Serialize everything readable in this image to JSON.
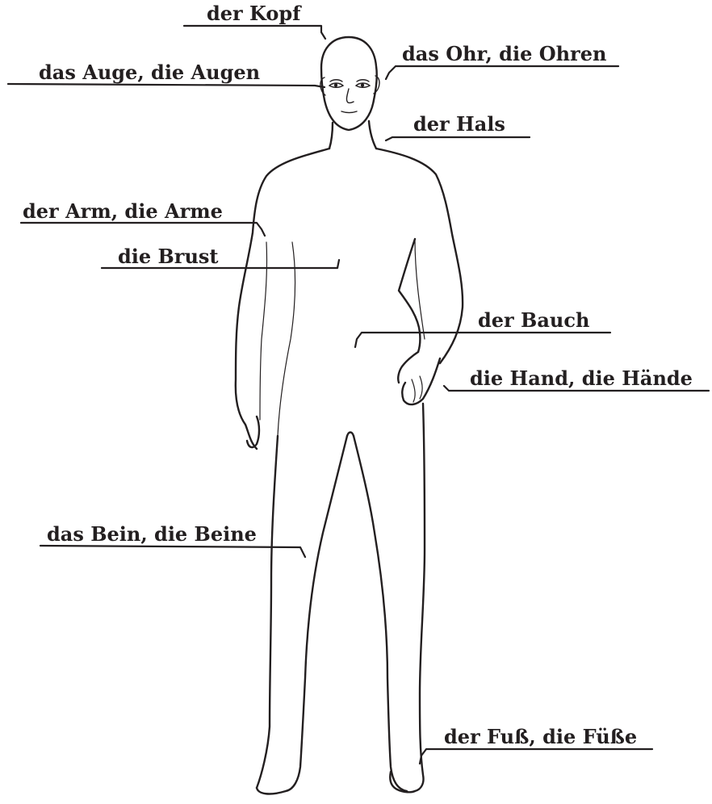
{
  "labels": {
    "head": "der Kopf",
    "ear": "das Ohr, die Ohren",
    "eye": "das Auge, die Augen",
    "neck": "der Hals",
    "arm": "der Arm, die Arme",
    "chest": "die Brust",
    "belly": "der Bauch",
    "hand": "die Hand, die Hände",
    "leg": "das Bein, die Beine",
    "foot": "der Fuß, die Füße"
  },
  "colors": {
    "ink": "#231f20",
    "background": "#ffffff"
  }
}
